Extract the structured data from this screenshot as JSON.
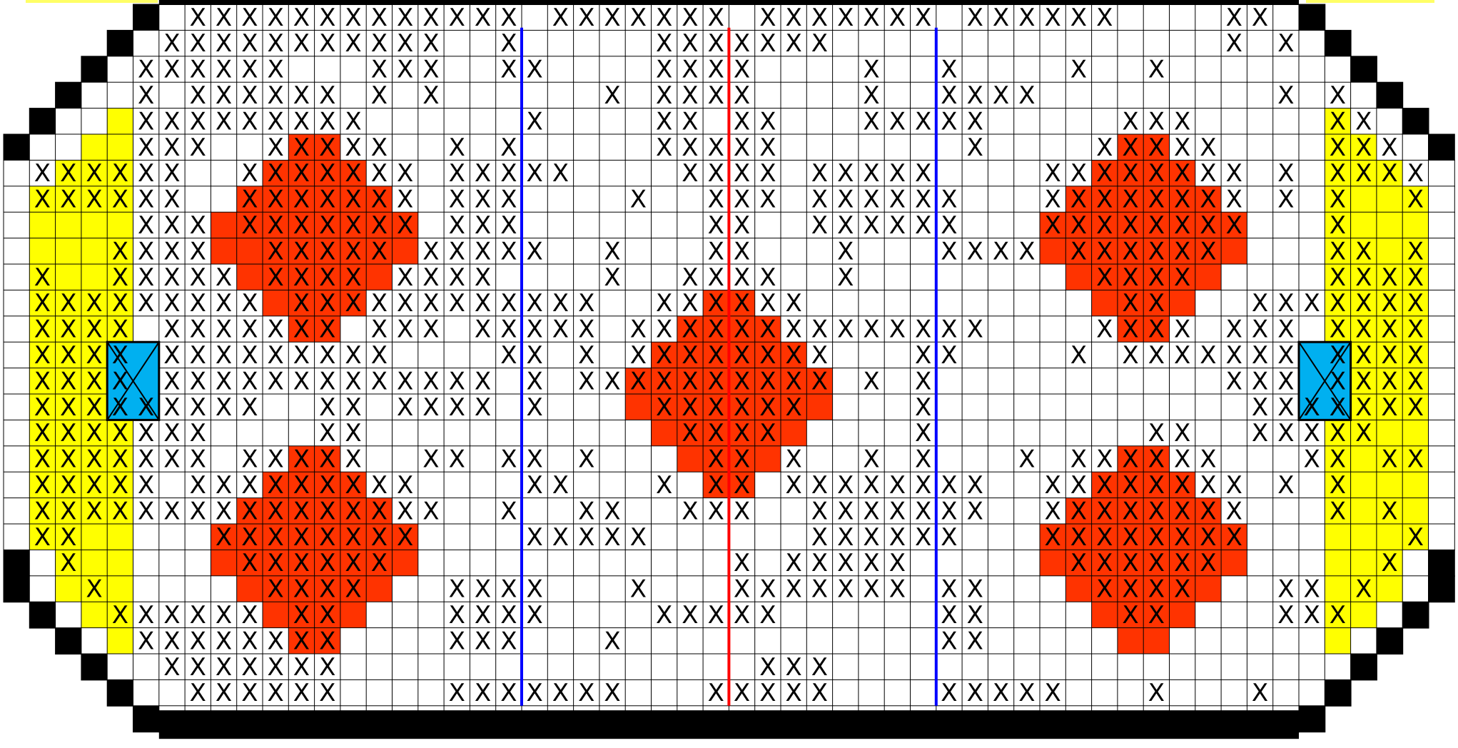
{
  "game": {
    "board_cols": 56,
    "board_rows": 28,
    "mark": "X",
    "colors": {
      "page": "#ffffff",
      "wall": "#000000",
      "ice": "#ffffff",
      "yellow_zone": "#ffff00",
      "red_spot": "#ff3300",
      "goal": "#00b0f0",
      "blue_line": "#0000ff",
      "red_line": "#ff0000",
      "grid": "#000000",
      "frame_accent": "#ffff66"
    },
    "outline": [
      [
        6,
        49
      ],
      [
        5,
        50
      ],
      [
        4,
        51
      ],
      [
        3,
        52
      ],
      [
        2,
        53
      ],
      [
        1,
        54
      ],
      [
        0,
        55
      ],
      [
        0,
        55
      ],
      [
        0,
        55
      ],
      [
        0,
        55
      ],
      [
        0,
        55
      ],
      [
        0,
        55
      ],
      [
        0,
        55
      ],
      [
        0,
        55
      ],
      [
        0,
        55
      ],
      [
        0,
        55
      ],
      [
        0,
        55
      ],
      [
        0,
        55
      ],
      [
        0,
        55
      ],
      [
        0,
        55
      ],
      [
        0,
        55
      ],
      [
        1,
        54
      ],
      [
        1,
        54
      ],
      [
        2,
        53
      ],
      [
        3,
        52
      ],
      [
        4,
        51
      ],
      [
        5,
        50
      ],
      [
        6,
        49
      ]
    ],
    "yellow_zone_left": [
      null,
      null,
      null,
      null,
      [
        4,
        4
      ],
      [
        3,
        4
      ],
      [
        2,
        4
      ],
      [
        1,
        4
      ],
      [
        1,
        4
      ],
      [
        1,
        4
      ],
      [
        1,
        4
      ],
      [
        1,
        4
      ],
      [
        1,
        4
      ],
      [
        1,
        3
      ],
      [
        1,
        3
      ],
      [
        1,
        3
      ],
      [
        1,
        4
      ],
      [
        1,
        4
      ],
      [
        1,
        4
      ],
      [
        1,
        4
      ],
      [
        1,
        4
      ],
      [
        2,
        4
      ],
      [
        2,
        4
      ],
      [
        3,
        4
      ],
      [
        4,
        4
      ],
      null,
      null,
      null
    ],
    "yellow_zone_right": [
      null,
      null,
      null,
      null,
      [
        51,
        51
      ],
      [
        51,
        52
      ],
      [
        51,
        53
      ],
      [
        51,
        54
      ],
      [
        51,
        54
      ],
      [
        51,
        54
      ],
      [
        51,
        54
      ],
      [
        51,
        54
      ],
      [
        51,
        54
      ],
      [
        52,
        54
      ],
      [
        52,
        54
      ],
      [
        52,
        54
      ],
      [
        51,
        54
      ],
      [
        51,
        54
      ],
      [
        51,
        54
      ],
      [
        51,
        54
      ],
      [
        51,
        54
      ],
      [
        51,
        53
      ],
      [
        51,
        53
      ],
      [
        51,
        52
      ],
      [
        51,
        51
      ],
      null,
      null,
      null
    ],
    "red_spots": [
      {
        "name": "faceoff-spot-upper-left",
        "center_col": 11.5,
        "center_row": 8.5,
        "half_width": 4,
        "half_height": 4
      },
      {
        "name": "faceoff-spot-lower-left",
        "center_col": 11.5,
        "center_row": 20.5,
        "half_width": 4,
        "half_height": 4
      },
      {
        "name": "faceoff-spot-center",
        "center_col": 27.5,
        "center_row": 14.5,
        "half_width": 4,
        "half_height": 4
      },
      {
        "name": "faceoff-spot-upper-right",
        "center_col": 43.5,
        "center_row": 8.5,
        "half_width": 4,
        "half_height": 4
      },
      {
        "name": "faceoff-spot-lower-right",
        "center_col": 43.5,
        "center_row": 20.5,
        "half_width": 4,
        "half_height": 4
      }
    ],
    "goals": [
      {
        "name": "goal-left",
        "col": 4,
        "row_start": 13,
        "row_end": 15
      },
      {
        "name": "goal-right",
        "col": 50,
        "row_start": 13,
        "row_end": 15
      }
    ],
    "lines": [
      {
        "name": "blue-line-left",
        "color": "blue_line",
        "after_col": 19
      },
      {
        "name": "center-red-line",
        "color": "red_line",
        "after_col": 27
      },
      {
        "name": "blue-line-right",
        "color": "blue_line",
        "after_col": 35
      }
    ],
    "marks": [
      [
        7,
        8,
        9,
        10,
        11,
        12,
        13,
        14,
        15,
        16,
        17,
        18,
        19,
        21,
        22,
        23,
        24,
        25,
        26,
        27,
        29,
        30,
        31,
        32,
        33,
        34,
        35,
        37,
        38,
        39,
        40,
        41,
        42,
        47,
        48
      ],
      [
        6,
        7,
        8,
        9,
        10,
        11,
        12,
        13,
        14,
        15,
        16,
        19,
        25,
        26,
        27,
        28,
        29,
        30,
        31,
        47,
        49
      ],
      [
        5,
        6,
        7,
        8,
        9,
        10,
        14,
        15,
        16,
        19,
        20,
        25,
        26,
        27,
        28,
        33,
        36,
        41,
        44
      ],
      [
        5,
        7,
        8,
        9,
        10,
        11,
        12,
        14,
        16,
        23,
        25,
        26,
        27,
        28,
        33,
        36,
        37,
        38,
        39,
        49,
        51
      ],
      [
        5,
        6,
        7,
        8,
        9,
        10,
        11,
        12,
        13,
        20,
        25,
        26,
        28,
        29,
        33,
        34,
        35,
        36,
        37,
        43,
        44,
        45,
        51,
        52
      ],
      [
        5,
        6,
        7,
        10,
        11,
        12,
        13,
        14,
        17,
        19,
        25,
        26,
        27,
        28,
        29,
        37,
        42,
        43,
        44,
        45,
        46,
        51,
        52,
        53
      ],
      [
        1,
        2,
        3,
        4,
        5,
        6,
        9,
        10,
        11,
        12,
        13,
        14,
        15,
        17,
        18,
        19,
        20,
        21,
        26,
        27,
        28,
        29,
        31,
        32,
        33,
        34,
        35,
        40,
        41,
        42,
        43,
        44,
        45,
        46,
        47,
        49,
        51,
        52,
        53,
        54
      ],
      [
        1,
        2,
        3,
        4,
        5,
        6,
        9,
        10,
        11,
        12,
        13,
        14,
        15,
        17,
        18,
        19,
        24,
        27,
        28,
        29,
        31,
        32,
        33,
        34,
        35,
        36,
        40,
        41,
        42,
        43,
        44,
        45,
        46,
        47,
        49,
        51,
        54
      ],
      [
        5,
        6,
        7,
        9,
        10,
        11,
        12,
        13,
        14,
        15,
        17,
        18,
        19,
        27,
        28,
        31,
        32,
        33,
        34,
        35,
        36,
        40,
        41,
        42,
        43,
        44,
        45,
        46,
        47,
        51
      ],
      [
        4,
        5,
        6,
        7,
        10,
        11,
        12,
        13,
        14,
        16,
        17,
        18,
        19,
        20,
        23,
        27,
        28,
        32,
        36,
        37,
        38,
        39,
        41,
        42,
        43,
        44,
        45,
        46,
        51,
        52,
        54
      ],
      [
        1,
        4,
        5,
        6,
        7,
        8,
        10,
        11,
        12,
        13,
        15,
        16,
        17,
        18,
        23,
        26,
        27,
        28,
        29,
        32,
        42,
        43,
        44,
        45,
        51,
        52,
        53,
        54
      ],
      [
        1,
        2,
        3,
        4,
        5,
        6,
        7,
        8,
        9,
        11,
        12,
        13,
        14,
        15,
        16,
        17,
        18,
        19,
        20,
        21,
        22,
        25,
        26,
        27,
        28,
        29,
        30,
        43,
        44,
        48,
        49,
        50,
        51,
        52,
        53,
        54
      ],
      [
        1,
        2,
        3,
        4,
        6,
        7,
        8,
        9,
        10,
        11,
        12,
        14,
        15,
        16,
        18,
        19,
        20,
        21,
        22,
        24,
        25,
        26,
        27,
        28,
        29,
        30,
        31,
        32,
        33,
        34,
        35,
        36,
        37,
        42,
        43,
        44,
        45,
        47,
        48,
        49,
        51,
        52,
        53,
        54
      ],
      [
        1,
        2,
        3,
        4,
        6,
        7,
        8,
        9,
        10,
        11,
        12,
        13,
        14,
        19,
        20,
        22,
        24,
        25,
        26,
        27,
        28,
        29,
        30,
        31,
        35,
        36,
        41,
        43,
        44,
        45,
        46,
        47,
        48,
        49,
        51,
        52,
        53,
        54
      ],
      [
        1,
        2,
        3,
        4,
        6,
        7,
        8,
        9,
        10,
        11,
        12,
        13,
        14,
        15,
        16,
        17,
        18,
        20,
        22,
        23,
        24,
        25,
        26,
        27,
        28,
        29,
        30,
        31,
        33,
        35,
        47,
        48,
        49,
        51,
        52,
        53,
        54
      ],
      [
        1,
        2,
        3,
        4,
        5,
        6,
        7,
        8,
        9,
        12,
        13,
        15,
        16,
        17,
        18,
        20,
        25,
        26,
        27,
        28,
        29,
        30,
        35,
        48,
        49,
        50,
        51,
        52,
        53,
        54
      ],
      [
        1,
        2,
        3,
        4,
        5,
        6,
        7,
        12,
        13,
        26,
        27,
        28,
        29,
        35,
        44,
        45,
        48,
        49,
        50,
        51,
        52
      ],
      [
        1,
        2,
        3,
        4,
        5,
        6,
        7,
        9,
        10,
        11,
        12,
        13,
        16,
        17,
        19,
        20,
        22,
        27,
        28,
        30,
        33,
        35,
        39,
        41,
        42,
        43,
        44,
        45,
        46,
        50,
        51,
        53,
        54
      ],
      [
        1,
        2,
        3,
        4,
        5,
        7,
        8,
        9,
        10,
        11,
        12,
        13,
        14,
        15,
        20,
        21,
        25,
        27,
        28,
        30,
        31,
        32,
        33,
        34,
        35,
        36,
        37,
        40,
        41,
        42,
        43,
        44,
        45,
        46,
        47,
        49,
        51
      ],
      [
        1,
        2,
        3,
        4,
        5,
        6,
        7,
        8,
        9,
        10,
        11,
        12,
        13,
        14,
        15,
        16,
        19,
        22,
        23,
        26,
        27,
        28,
        31,
        32,
        33,
        34,
        35,
        36,
        37,
        40,
        41,
        42,
        43,
        44,
        45,
        46,
        47,
        51,
        53
      ],
      [
        1,
        2,
        8,
        9,
        10,
        11,
        12,
        13,
        14,
        15,
        20,
        21,
        22,
        23,
        24,
        31,
        32,
        33,
        34,
        35,
        36,
        40,
        41,
        42,
        43,
        44,
        45,
        46,
        47,
        54
      ],
      [
        2,
        9,
        10,
        11,
        12,
        13,
        14,
        28,
        30,
        31,
        32,
        33,
        34,
        41,
        42,
        43,
        44,
        45,
        46,
        53
      ],
      [
        3,
        10,
        11,
        12,
        13,
        17,
        18,
        19,
        20,
        24,
        28,
        29,
        30,
        31,
        32,
        33,
        34,
        36,
        37,
        42,
        43,
        44,
        45,
        49,
        50,
        52
      ],
      [
        4,
        5,
        6,
        7,
        8,
        9,
        11,
        12,
        17,
        18,
        19,
        20,
        25,
        26,
        27,
        28,
        29,
        36,
        37,
        43,
        44,
        49,
        50,
        51
      ],
      [
        5,
        6,
        7,
        8,
        9,
        10,
        11,
        12,
        17,
        18,
        19,
        23,
        36,
        37
      ],
      [
        6,
        7,
        8,
        9,
        10,
        11,
        12,
        29,
        30,
        31
      ],
      [
        7,
        8,
        9,
        10,
        11,
        12,
        17,
        18,
        19,
        20,
        21,
        22,
        23,
        27,
        28,
        29,
        30,
        31,
        36,
        37,
        38,
        39,
        40,
        44,
        48
      ]
    ]
  }
}
